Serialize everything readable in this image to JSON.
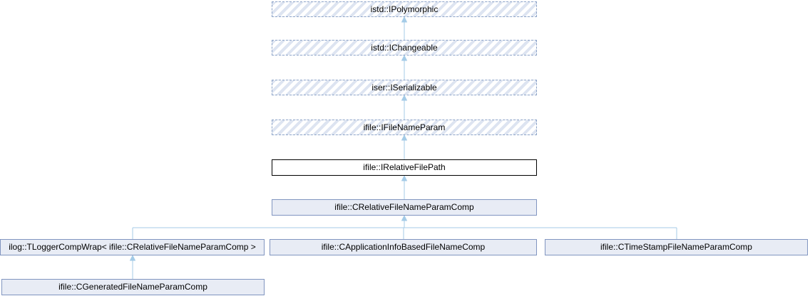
{
  "diagram": {
    "kind": "class-inheritance-graph",
    "nodes": {
      "ipolymorphic": {
        "label": "istd::IPolymorphic",
        "style": "dashed-hatched"
      },
      "ichangeable": {
        "label": "istd::IChangeable",
        "style": "dashed-hatched"
      },
      "iserializable": {
        "label": "iser::ISerializable",
        "style": "dashed-hatched"
      },
      "ifilenameparam": {
        "label": "ifile::IFileNameParam",
        "style": "dashed-hatched"
      },
      "irelativefilepath": {
        "label": "ifile::IRelativeFilePath",
        "style": "current-class"
      },
      "crelativefilenameparamcomp": {
        "label": "ifile::CRelativeFileNameParamComp",
        "style": "documented-class"
      },
      "tloggercompwrap": {
        "label": "ilog::TLoggerCompWrap< ifile::CRelativeFileNameParamComp >",
        "style": "documented-class"
      },
      "capplicationinfobasedfilenamecomp": {
        "label": "ifile::CApplicationInfoBasedFileNameComp",
        "style": "documented-class"
      },
      "ctimestampfilenameparamcomp": {
        "label": "ifile::CTimeStampFileNameParamComp",
        "style": "documented-class"
      },
      "cgeneratedfilenameparamcomp": {
        "label": "ifile::CGeneratedFileNameParamComp",
        "style": "documented-class"
      }
    },
    "edges": [
      {
        "derived": "istd::IChangeable",
        "base": "istd::IPolymorphic"
      },
      {
        "derived": "iser::ISerializable",
        "base": "istd::IChangeable"
      },
      {
        "derived": "ifile::IFileNameParam",
        "base": "iser::ISerializable"
      },
      {
        "derived": "ifile::IRelativeFilePath",
        "base": "ifile::IFileNameParam"
      },
      {
        "derived": "ifile::CRelativeFileNameParamComp",
        "base": "ifile::IRelativeFilePath"
      },
      {
        "derived": "ilog::TLoggerCompWrap< ifile::CRelativeFileNameParamComp >",
        "base": "ifile::CRelativeFileNameParamComp"
      },
      {
        "derived": "ifile::CApplicationInfoBasedFileNameComp",
        "base": "ifile::CRelativeFileNameParamComp"
      },
      {
        "derived": "ifile::CTimeStampFileNameParamComp",
        "base": "ifile::CRelativeFileNameParamComp"
      },
      {
        "derived": "ifile::CGeneratedFileNameParamComp",
        "base": "ilog::TLoggerCompWrap< ifile::CRelativeFileNameParamComp >"
      }
    ],
    "colors": {
      "arrow": "#a4cbe7",
      "node_border": "#8195c0",
      "node_fill": "#e8ecf5",
      "dashed_border": "#8ba2c7",
      "hatch_stripe": "#dde4f1",
      "current_border": "#000000",
      "text": "#000000"
    }
  }
}
